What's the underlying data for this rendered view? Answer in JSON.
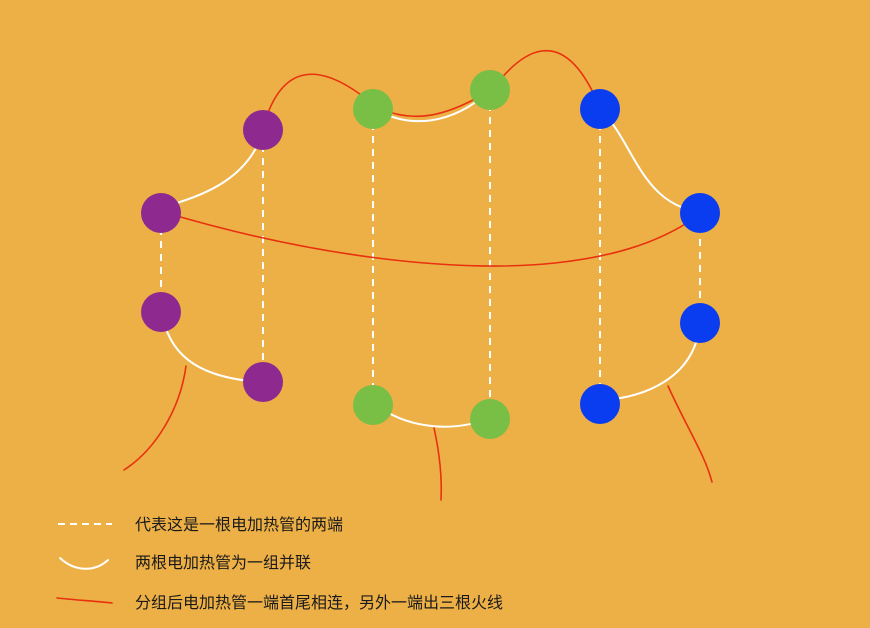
{
  "colors": {
    "background": "#EDB046",
    "purple": "#8E2A8F",
    "green": "#79BE45",
    "blue": "#0A3CF0",
    "white": "#FFFFFF",
    "red": "#E8310E"
  },
  "legend": {
    "dashed_label": "代表这是一根电加热管的两端",
    "white_curve_label": "两根电加热管为一组并联",
    "red_line_label": "分组后电加热管一端首尾相连，另外一端出三根火线"
  }
}
